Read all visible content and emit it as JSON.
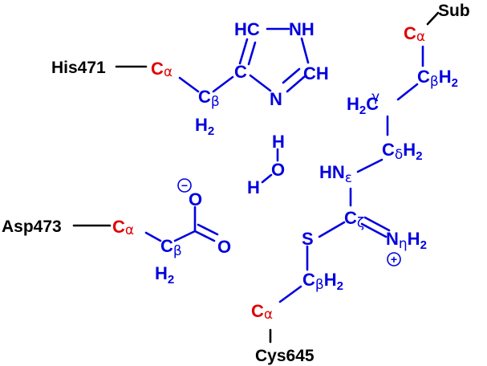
{
  "colors": {
    "residue": "#000000",
    "alpha_carbon": "#e00000",
    "side_chain": "#0000e0"
  },
  "residues": {
    "his": "His471",
    "asp": "Asp473",
    "cys": "Cys645",
    "substrate": "Sub"
  },
  "atoms": {
    "carbon": "C",
    "nitrogen": "N",
    "oxygen": "O",
    "sulfur": "S",
    "hydrogen": "H",
    "h2": "H",
    "two": "2",
    "hc": "HC",
    "nh": "NH",
    "ch": "CH",
    "hn": "HN"
  },
  "greek": {
    "alpha": "α",
    "beta": "β",
    "gamma": "γ",
    "delta": "δ",
    "epsilon": "ε",
    "zeta": "ζ",
    "eta": "η"
  },
  "charges": {
    "minus": "−",
    "plus": "+"
  }
}
